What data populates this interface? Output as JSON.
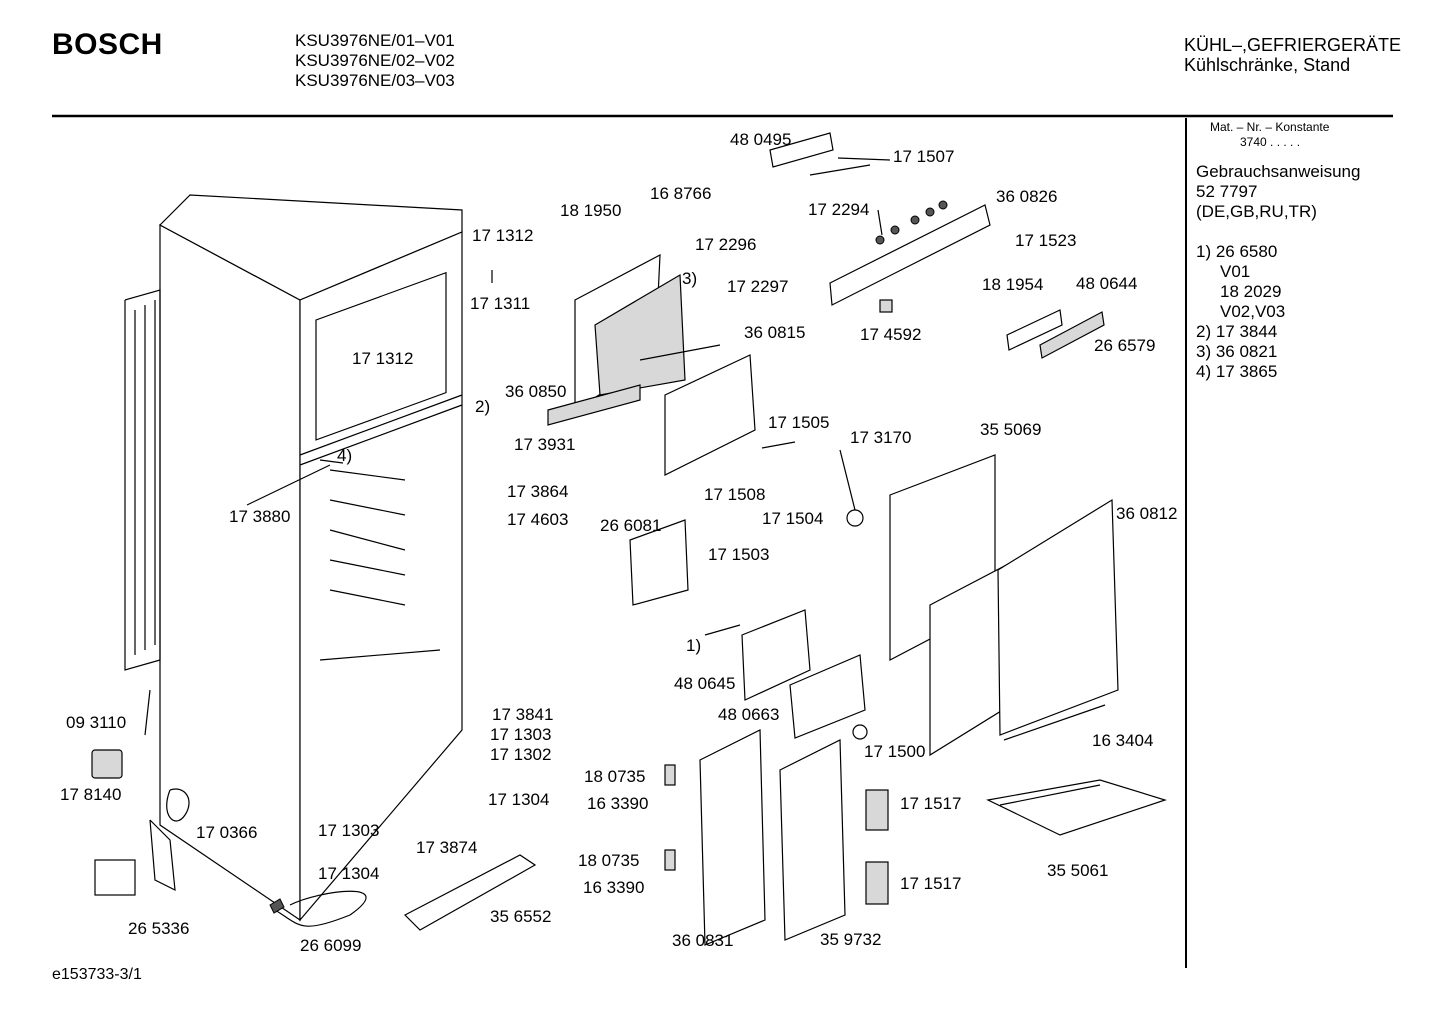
{
  "header": {
    "brand": "BOSCH",
    "models": [
      "KSU3976NE/01–V01",
      "KSU3976NE/02–V02",
      "KSU3976NE/03–V03"
    ],
    "category_line1": "KÜHL–,GEFRIERGERÄTE",
    "category_line2": "Kühlschränke, Stand"
  },
  "sidebar": {
    "mat_label": "Mat. – Nr. – Konstante",
    "mat_value": "3740  .  .  .  .  .",
    "manual_title": "Gebrauchsanweisung",
    "manual_number": "52 7797",
    "manual_languages": "(DE,GB,RU,TR)",
    "notes": [
      "1) 26 6580",
      "V01",
      "18 2029",
      "V02,V03",
      "2) 17 3844",
      "3) 36 0821",
      "4) 17 3865"
    ]
  },
  "parts": [
    "48 0495",
    "17 1507",
    "16 8766",
    "18 1950",
    "17 2294",
    "36 0826",
    "17 1312",
    "17 2296",
    "17 1523",
    "3)",
    "17 2297",
    "17 1311",
    "18 1954",
    "48 0644",
    "36 0815",
    "17 4592",
    "26 6579",
    "17 1312",
    "36 0850",
    "2)",
    "17 1505",
    "17 3170",
    "35 5069",
    "17 3931",
    "4)",
    "17 3864",
    "17 1508",
    "17 3880",
    "17 1504",
    "36 0812",
    "17 4603",
    "26 6081",
    "17 1503",
    "1)",
    "48 0645",
    "48 0663",
    "17 3841",
    "09 3110",
    "17 1303",
    "17 1302",
    "17 1500",
    "16 3404",
    "18 0735",
    "17 8140",
    "17 1304",
    "16 3390",
    "17 1517",
    "17 0366",
    "17 1303",
    "17 3874",
    "18 0735",
    "17 1304",
    "16 3390",
    "17 1517",
    "35 5061",
    "35 6552",
    "26 5336",
    "26 6099",
    "36 0831",
    "35 9732"
  ],
  "footer": {
    "code": "e153733-3/1"
  }
}
